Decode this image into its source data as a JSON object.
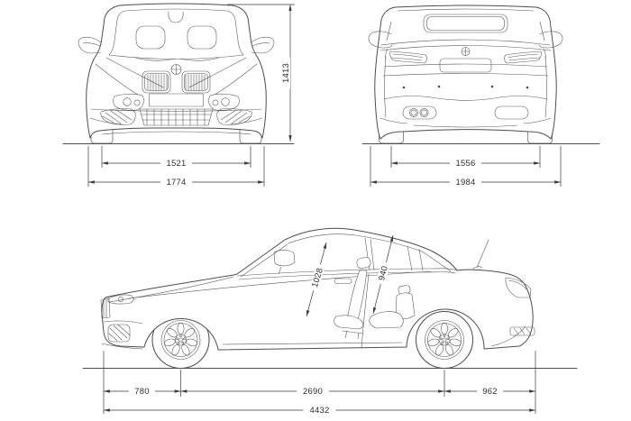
{
  "drawing": {
    "subject": "car-blueprint-three-views",
    "background": "#ffffff",
    "line_color": "#4d4d4d",
    "dimension_color": "#3a3a3a",
    "front_view": {
      "dims": {
        "track": "1521",
        "overall_width": "1774",
        "overall_height": "1413"
      }
    },
    "rear_view": {
      "dims": {
        "track": "1556",
        "width_incl_mirrors": "1984"
      }
    },
    "side_view": {
      "dims": {
        "front_overhang": "780",
        "wheelbase": "2690",
        "rear_overhang": "962",
        "overall_length": "4432",
        "headroom_front": "1028",
        "headroom_rear": "940"
      }
    }
  }
}
